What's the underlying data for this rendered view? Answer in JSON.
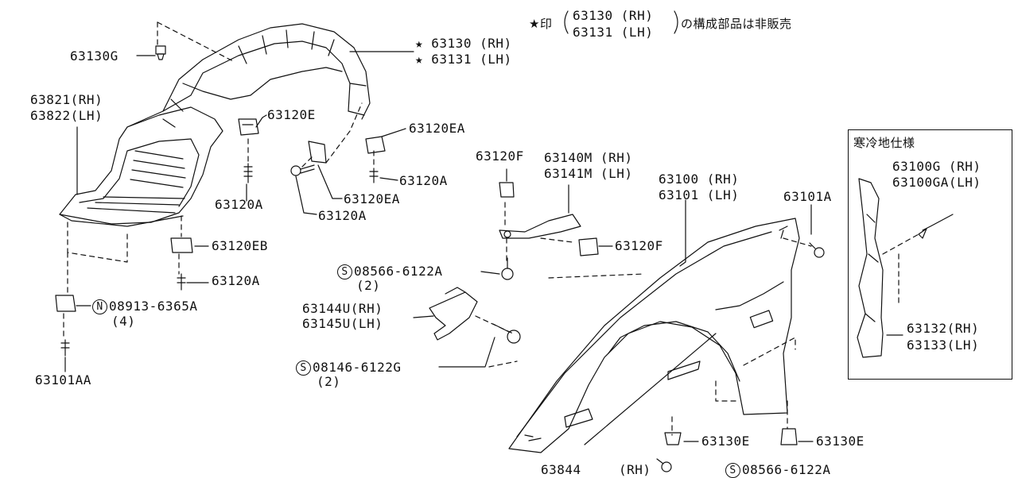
{
  "note": {
    "prefix": "★印",
    "rh": "63130 (RH)",
    "lh": "63131 (LH)",
    "suffix": "の構成部品は非販売"
  },
  "labels": {
    "p63130G": "63130G",
    "p63821": "63821(RH)",
    "p63822": "63822(LH)",
    "p63130": "63130 (RH)",
    "p63131": "63131 (LH)",
    "p63120E": "63120E",
    "p63120EA_a": "63120EA",
    "p63120A_a": "63120A",
    "p63120A_b": "63120A",
    "p63120EA_b": "63120EA",
    "p63120A_c": "63120A",
    "p63120EB": "63120EB",
    "p63120A_d": "63120A",
    "p08913": "08913-6365A",
    "p08913_qty": "(4)",
    "p63101AA": "63101AA",
    "p63120F_a": "63120F",
    "p63140M": "63140M (RH)",
    "p63141M": "63141M (LH)",
    "p63100": "63100 (RH)",
    "p63101": "63101 (LH)",
    "p63101A": "63101A",
    "p63120F_b": "63120F",
    "p08566_a": "08566-6122A",
    "p08566_a_qty": "(2)",
    "p63144U": "63144U(RH)",
    "p63145U": "63145U(LH)",
    "p08146": "08146-6122G",
    "p08146_qty": "(2)",
    "p63130E_a": "63130E",
    "p63130E_b": "63130E",
    "p63844": "63844",
    "p63844_rh": "(RH)",
    "p08566_b": "08566-6122A",
    "inset_title": "寒冷地仕様",
    "p63100G": "63100G (RH)",
    "p63100GA": "63100GA(LH)",
    "p63132": "63132(RH)",
    "p63133": "63133(LH)"
  },
  "symbols": {
    "star": "★",
    "screw_s": "S",
    "nut_n": "N"
  }
}
